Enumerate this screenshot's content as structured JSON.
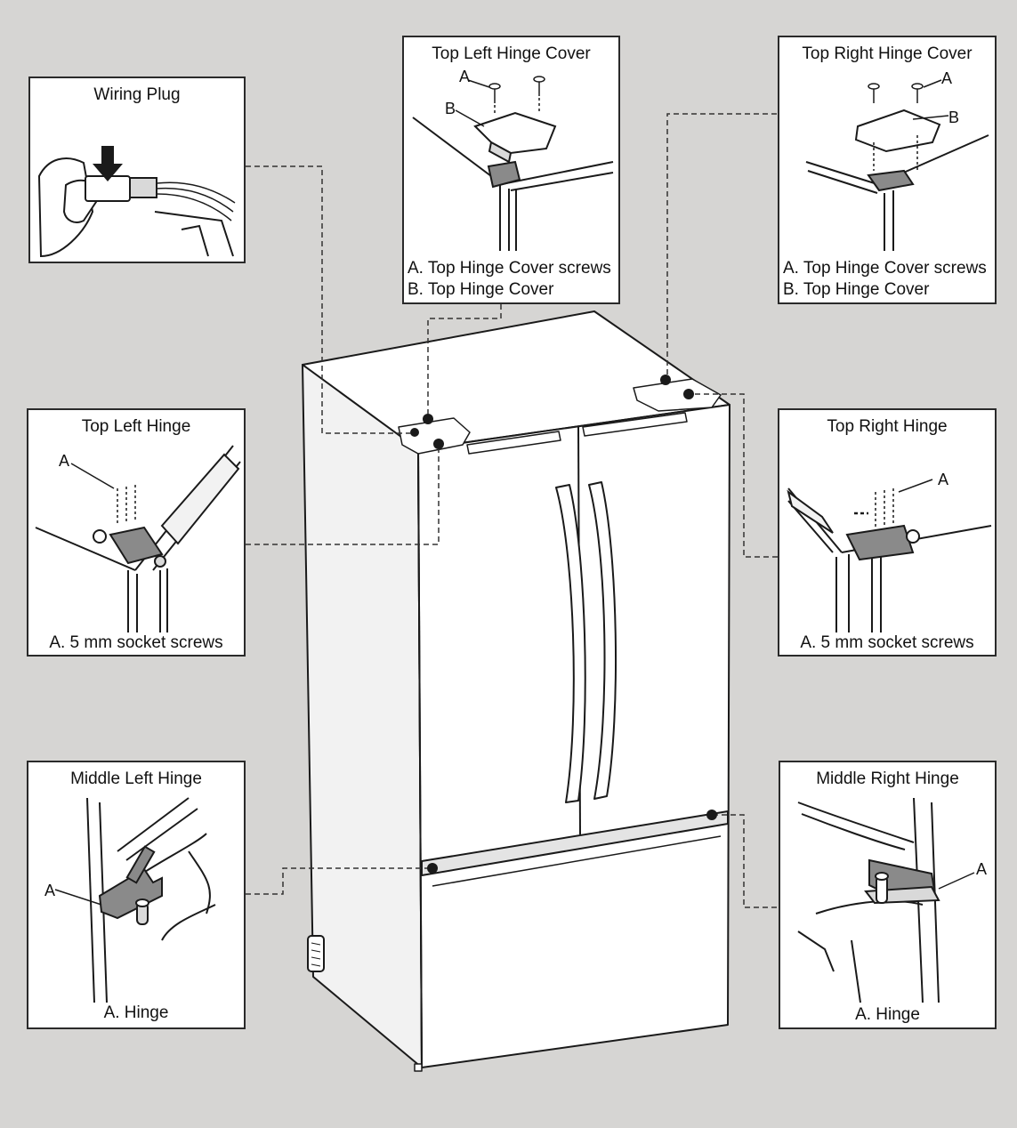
{
  "panels": {
    "wiring_plug": {
      "title": "Wiring Plug"
    },
    "top_left_cover": {
      "title": "Top Left Hinge Cover",
      "label_a": "A",
      "label_b": "B",
      "caption_a": "A. Top Hinge Cover screws",
      "caption_b": "B. Top Hinge Cover"
    },
    "top_right_cover": {
      "title": "Top Right Hinge Cover",
      "label_a": "A",
      "label_b": "B",
      "caption_a": "A. Top Hinge Cover screws",
      "caption_b": "B. Top Hinge Cover"
    },
    "top_left_hinge": {
      "title": "Top Left Hinge",
      "label_a": "A",
      "caption": "A. 5 mm socket screws"
    },
    "top_right_hinge": {
      "title": "Top Right Hinge",
      "label_a": "A",
      "caption": "A. 5 mm socket screws"
    },
    "middle_left_hinge": {
      "title": "Middle Left Hinge",
      "label_a": "A",
      "caption": "A. Hinge"
    },
    "middle_right_hinge": {
      "title": "Middle Right Hinge",
      "label_a": "A",
      "caption": "A. Hinge"
    }
  },
  "colors": {
    "background": "#d6d5d3",
    "panel": "#ffffff",
    "line": "#1a1a1a",
    "fridge_side": "#f2f2f2",
    "hinge_fill": "#8a8a8a"
  }
}
